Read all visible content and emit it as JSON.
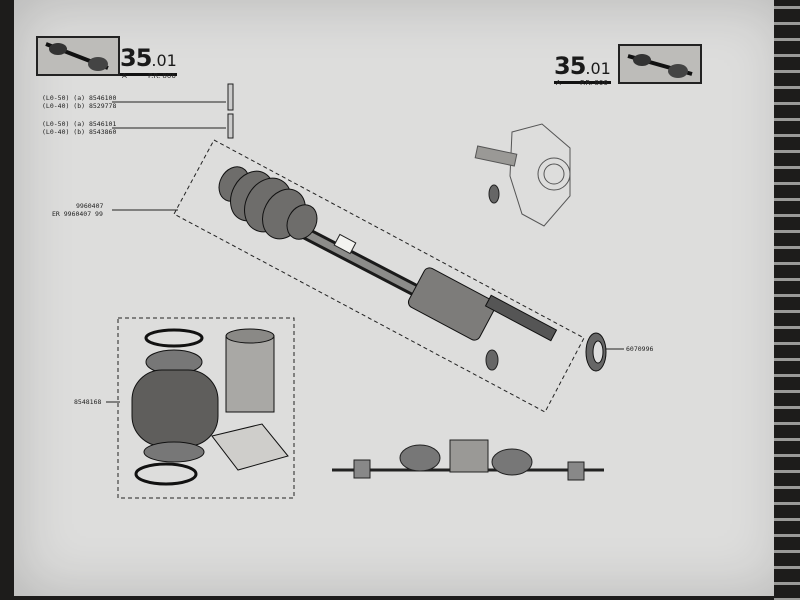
{
  "header_left": {
    "page": "35",
    "sub": "01",
    "variant": "A",
    "pr": "P.R. 806"
  },
  "header_right": {
    "page": "35",
    "sub": "01",
    "variant": "A",
    "pr": "P.R. 806"
  },
  "refs": {
    "pin_a1": "(L0-50) (a) 8546100",
    "pin_b1": "(L0-40) (b) 8529778",
    "pin_a2": "(L0-50) (a) 8546101",
    "pin_b2": "(L0-40) (b) 8543860",
    "shaft_1": "9960407",
    "shaft_2": "ER 9960407 99",
    "seal": "6070996",
    "boot_kit": "8548168"
  },
  "icons": [
    "driveshaft-thumbnail-icon",
    "driveshaft-thumbnail-icon"
  ]
}
